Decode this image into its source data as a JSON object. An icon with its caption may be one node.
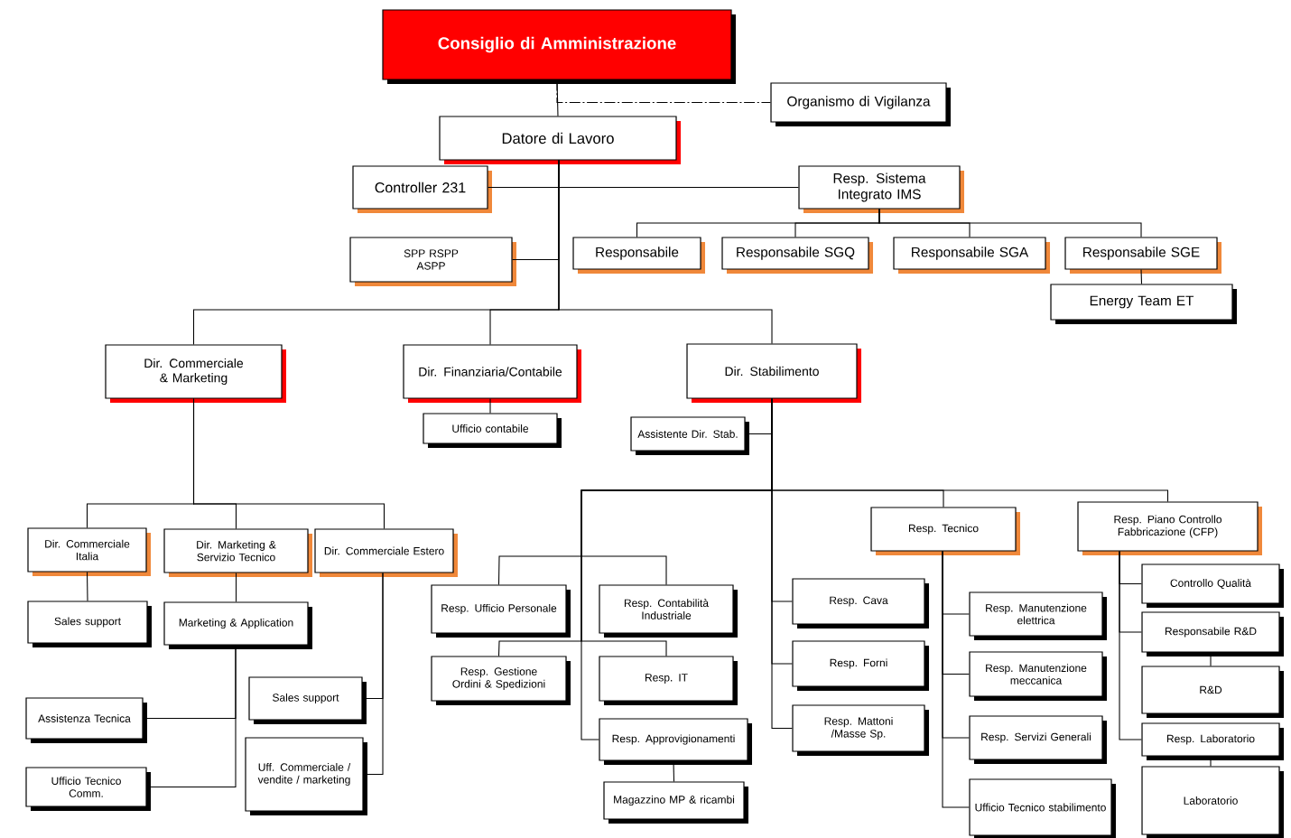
{
  "diagram": {
    "nodes": [
      {
        "text": [
          "Consiglio di Amministrazione"
        ]
      },
      {
        "text": [
          "Organismo di Vigilanza"
        ]
      },
      {
        "text": [
          "Datore di Lavoro"
        ]
      },
      {
        "text": [
          "Controller 231"
        ]
      },
      {
        "text": [
          "Resp. Sistema Integrato IMS"
        ]
      },
      {
        "text": [
          "SPP RSPP ASPP"
        ]
      },
      {
        "text": [
          "Responsabile"
        ]
      },
      {
        "text": [
          "Responsabile SGQ"
        ]
      },
      {
        "text": [
          "Responsabile SGA"
        ]
      },
      {
        "text": [
          "Responsabile SGE"
        ]
      },
      {
        "text": [
          "Energy Team ET"
        ]
      },
      {
        "text": [
          "Dir. Commerciale & Marketing"
        ]
      },
      {
        "text": [
          "Dir. Finanziaria/Contabile"
        ]
      },
      {
        "text": [
          "Dir. Stabilimento"
        ]
      },
      {
        "text": [
          "Ufficio contabile"
        ]
      },
      {
        "text": [
          "Assistente Dir. Stab."
        ]
      },
      {
        "text": [
          "Dir. Commerciale Italia"
        ]
      },
      {
        "text": [
          "Dir. Marketing & Servizio Tecnico"
        ]
      },
      {
        "text": [
          "Dir. Commerciale  Estero"
        ]
      },
      {
        "text": [
          "Sales support"
        ]
      },
      {
        "text": [
          "Marketing & Application"
        ]
      },
      {
        "text": [
          "Resp. Tecnico"
        ]
      },
      {
        "text": [
          "Resp. Piano Controllo Fabbricazione (CFP)"
        ]
      },
      {
        "text": [
          "Resp. Ufficio Personale"
        ]
      },
      {
        "text": [
          "Resp. Contabilità Industriale"
        ]
      },
      {
        "text": [
          "Resp. Cava"
        ]
      },
      {
        "text": [
          "Controllo Qualità"
        ]
      },
      {
        "text": [
          "Resp. Manutenzione elettrica"
        ]
      },
      {
        "text": [
          "Responsabile R&D"
        ]
      },
      {
        "text": [
          "Resp. Gestione Ordini  & Spedizioni"
        ]
      },
      {
        "text": [
          "Resp. IT"
        ]
      },
      {
        "text": [
          "Resp. Forni"
        ]
      },
      {
        "text": [
          "Resp. Manutenzione meccanica"
        ]
      },
      {
        "text": [
          "R&D"
        ]
      },
      {
        "text": [
          "Sales support"
        ]
      },
      {
        "text": [
          "Assistenza Tecnica"
        ]
      },
      {
        "text": [
          "Resp. Approvigionamenti"
        ]
      },
      {
        "text": [
          "Resp. Mattoni /Masse Sp."
        ]
      },
      {
        "text": [
          "Resp. Servizi Generali"
        ]
      },
      {
        "text": [
          "Resp. Laboratorio"
        ]
      },
      {
        "text": [
          "Ufficio Tecnico Comm."
        ]
      },
      {
        "text": [
          "Uff. Commerciale / vendite / marketing"
        ]
      },
      {
        "text": [
          "Magazzino MP & ricambi"
        ]
      },
      {
        "text": [
          "Ufficio Tecnico stabilimento"
        ]
      },
      {
        "text": [
          "Laboratorio"
        ]
      }
    ],
    "edges": [
      {
        "from": 0,
        "to": 2,
        "arrow": "none"
      },
      {
        "from": 0,
        "to": 1,
        "arrow": "none",
        "style": "dashed"
      },
      {
        "from": 2,
        "to": 3,
        "arrow": "none"
      },
      {
        "from": 2,
        "to": 4,
        "arrow": "none"
      },
      {
        "from": 2,
        "to": 5,
        "arrow": "none"
      },
      {
        "from": 2,
        "to": 11,
        "arrow": "none"
      },
      {
        "from": 2,
        "to": 12,
        "arrow": "none"
      },
      {
        "from": 2,
        "to": 13,
        "arrow": "none"
      },
      {
        "from": 4,
        "to": 6,
        "arrow": "none"
      },
      {
        "from": 4,
        "to": 7,
        "arrow": "none"
      },
      {
        "from": 4,
        "to": 8,
        "arrow": "none"
      },
      {
        "from": 4,
        "to": 9,
        "arrow": "none"
      },
      {
        "from": 9,
        "to": 10,
        "arrow": "none"
      },
      {
        "from": 11,
        "to": 16,
        "arrow": "none"
      },
      {
        "from": 11,
        "to": 17,
        "arrow": "none"
      },
      {
        "from": 11,
        "to": 18,
        "arrow": "none"
      },
      {
        "from": 16,
        "to": 19,
        "arrow": "none"
      },
      {
        "from": 17,
        "to": 20,
        "arrow": "none"
      },
      {
        "from": 20,
        "to": 35,
        "arrow": "none"
      },
      {
        "from": 20,
        "to": 40,
        "arrow": "none"
      },
      {
        "from": 18,
        "to": 34,
        "arrow": "none"
      },
      {
        "from": 18,
        "to": 41,
        "arrow": "none"
      },
      {
        "from": 12,
        "to": 14,
        "arrow": "none"
      },
      {
        "from": 13,
        "to": 15,
        "arrow": "none"
      },
      {
        "from": 13,
        "to": 21,
        "arrow": "none"
      },
      {
        "from": 13,
        "to": 22,
        "arrow": "none"
      },
      {
        "from": 13,
        "to": 23,
        "arrow": "none"
      },
      {
        "from": 13,
        "to": 24,
        "arrow": "none"
      },
      {
        "from": 13,
        "to": 29,
        "arrow": "none"
      },
      {
        "from": 13,
        "to": 30,
        "arrow": "none"
      },
      {
        "from": 13,
        "to": 36,
        "arrow": "none"
      },
      {
        "from": 36,
        "to": 42,
        "arrow": "none"
      },
      {
        "from": 13,
        "to": 25,
        "arrow": "none"
      },
      {
        "from": 13,
        "to": 31,
        "arrow": "none"
      },
      {
        "from": 13,
        "to": 37,
        "arrow": "none"
      },
      {
        "from": 21,
        "to": 27,
        "arrow": "none"
      },
      {
        "from": 21,
        "to": 32,
        "arrow": "none"
      },
      {
        "from": 21,
        "to": 38,
        "arrow": "none"
      },
      {
        "from": 21,
        "to": 43,
        "arrow": "none"
      },
      {
        "from": 22,
        "to": 26,
        "arrow": "none"
      },
      {
        "from": 22,
        "to": 28,
        "arrow": "none"
      },
      {
        "from": 22,
        "to": 39,
        "arrow": "none"
      },
      {
        "from": 28,
        "to": 33,
        "arrow": "none"
      },
      {
        "from": 39,
        "to": 44,
        "arrow": "none"
      }
    ]
  }
}
